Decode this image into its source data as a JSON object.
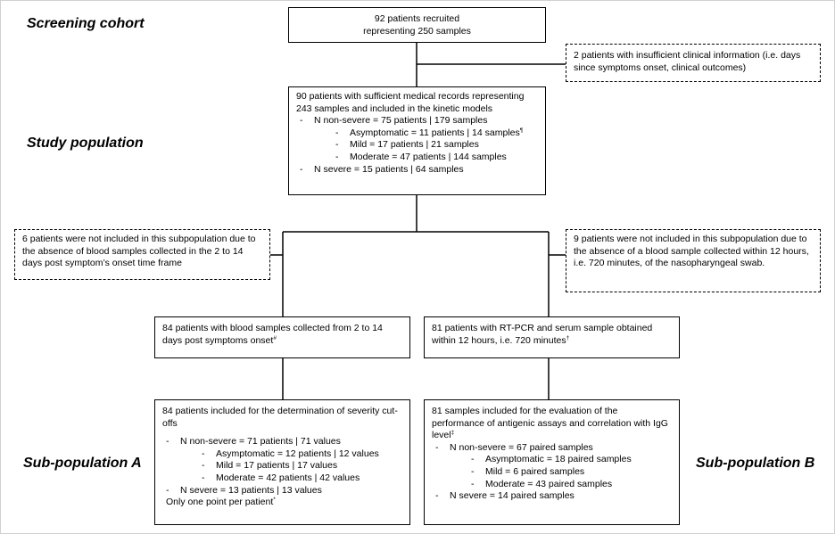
{
  "labels": {
    "screening_cohort": "Screening cohort",
    "study_population": "Study population",
    "sub_population_a": "Sub-population A",
    "sub_population_b": "Sub-population B"
  },
  "boxes": {
    "recruited": {
      "line1": "92 patients recruited",
      "line2": "representing 250 samples"
    },
    "excluded_clinical": "2 patients with insufficient clinical information (i.e. days since symptoms onset, clinical outcomes)",
    "study": {
      "intro": "90 patients with sufficient medical records representing 243 samples and included in the kinetic models",
      "non_severe": "N non-severe = 75 patients | 179 samples",
      "asymptomatic": "Asymptomatic = 11 patients | 14 samples",
      "asymptomatic_mark": "¶",
      "mild": "Mild = 17 patients | 21 samples",
      "moderate": "Moderate = 47 patients | 144 samples",
      "severe": "N severe = 15 patients | 64 samples"
    },
    "excluded_a": "6 patients were not included in this subpopulation due to the absence of blood samples collected in the 2 to 14 days post symptom’s onset  time frame",
    "excluded_b": "9 patients were not included in this subpopulation due to the absence of a blood sample collected within 12 hours, i.e. 720 minutes, of the nasopharyngeal swab.",
    "blood_2_14": {
      "text": "84 patients with blood samples collected from 2 to 14 days post symptoms onset",
      "mark": "#"
    },
    "rtpcr": {
      "text": "81 patients with RT-PCR and serum sample obtained within 12 hours, i.e. 720 minutes",
      "mark": "†"
    },
    "sub_a": {
      "intro": "84 patients included for the determination of severity cut-offs",
      "non_severe": "N non-severe = 71 patients | 71 values",
      "asymptomatic": "Asymptomatic = 12 patients | 12 values",
      "mild": "Mild = 17 patients | 17 values",
      "moderate": "Moderate = 42 patients | 42 values",
      "severe": "N severe = 13 patients | 13 values",
      "note": "Only one point per patient",
      "note_mark": "*"
    },
    "sub_b": {
      "intro": "81 samples included for the evaluation of the performance of antigenic assays and correlation with IgG level",
      "intro_mark": "‡",
      "non_severe": "N non-severe = 67 paired samples",
      "asymptomatic": "Asymptomatic = 18 paired samples",
      "mild": "Mild = 6 paired samples",
      "moderate": "Moderate = 43 paired samples",
      "severe": "N severe = 14 paired samples"
    },
    "dash": "-"
  }
}
